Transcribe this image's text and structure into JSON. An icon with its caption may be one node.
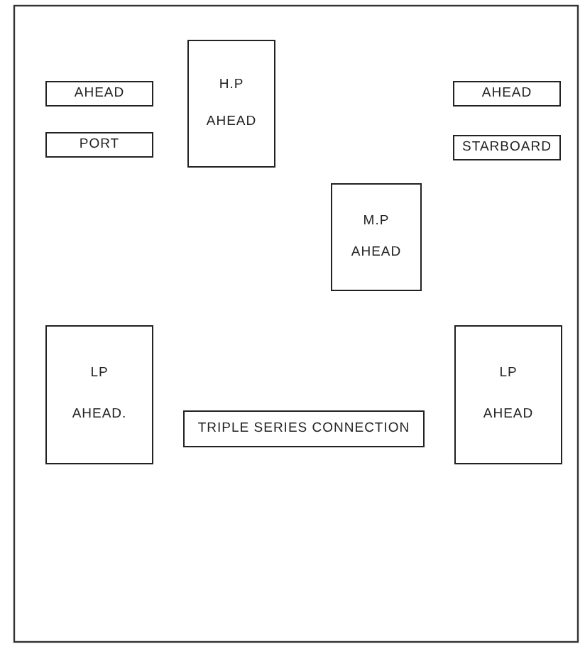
{
  "diagram": {
    "nodes": [
      {
        "text": [
          "H.P",
          "AHEAD"
        ]
      },
      {
        "text": [
          "AHEAD"
        ]
      },
      {
        "text": [
          "AHEAD"
        ]
      },
      {
        "text": [
          "PORT"
        ]
      },
      {
        "text": [
          "STARBOARD"
        ]
      },
      {
        "text": [
          "M.P",
          "AHEAD"
        ]
      },
      {
        "text": [
          "LP",
          "AHEAD."
        ]
      },
      {
        "text": [
          "TRIPLE SERIES CONNECTION"
        ]
      },
      {
        "text": [
          "LP",
          "AHEAD"
        ]
      }
    ]
  }
}
